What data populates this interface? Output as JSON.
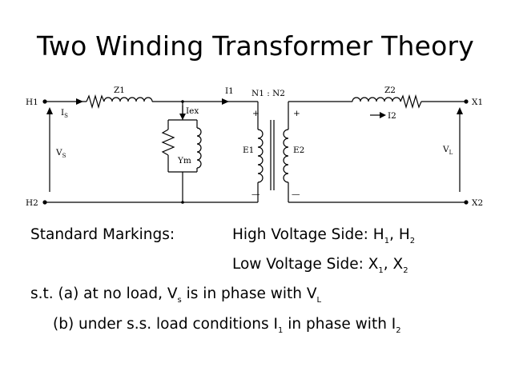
{
  "title": "Two Winding Transformer Theory",
  "diagram": {
    "h1": "H1",
    "h2": "H2",
    "x1": "X1",
    "x2": "X2",
    "z1": "Z1",
    "z2": "Z2",
    "i1": "I1",
    "i2": "I2",
    "is_main": "I",
    "is_sub": "S",
    "iex": "Iex",
    "ym": "Ym",
    "e1": "E1",
    "e2": "E2",
    "ratio": "N1 : N2",
    "vs_main": "V",
    "vs_sub": "S",
    "vl_main": "V",
    "vl_sub": "L",
    "plus": "+",
    "minus": "—"
  },
  "notes": {
    "standard_label": "Standard Markings:",
    "hv_prefix": "High Voltage Side: H",
    "hv_sub1": "1",
    "hv_mid": ", H",
    "hv_sub2": "2",
    "lv_prefix": "Low Voltage Side: X",
    "lv_sub1": "1",
    "lv_mid": ", X",
    "lv_sub2": "2",
    "line_a_prefix": "s.t. (a) at no load, V",
    "line_a_sub1": "s",
    "line_a_mid": " is in phase with V",
    "line_a_sub2": "L",
    "line_b_prefix": "(b) under s.s. load conditions I",
    "line_b_sub1": "1",
    "line_b_mid": " in phase with I",
    "line_b_sub2": "2"
  }
}
